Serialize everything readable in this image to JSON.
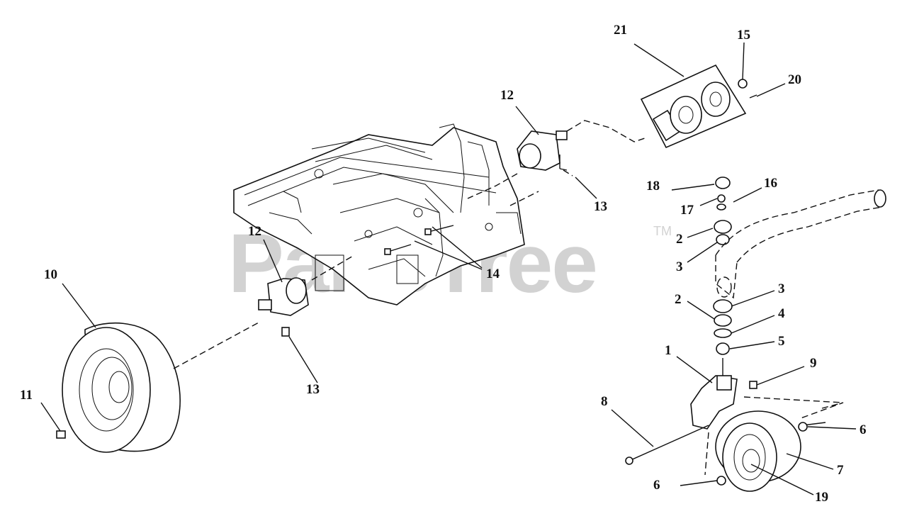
{
  "watermark": {
    "text": "PartsTree",
    "trademark": "TM"
  },
  "callouts": [
    {
      "id": "c-21",
      "label": "21"
    },
    {
      "id": "c-15",
      "label": "15"
    },
    {
      "id": "c-20",
      "label": "20"
    },
    {
      "id": "c-12-top",
      "label": "12"
    },
    {
      "id": "c-13-top",
      "label": "13"
    },
    {
      "id": "c-18",
      "label": "18"
    },
    {
      "id": "c-16",
      "label": "16"
    },
    {
      "id": "c-17",
      "label": "17"
    },
    {
      "id": "c-2-top",
      "label": "2"
    },
    {
      "id": "c-3-top",
      "label": "3"
    },
    {
      "id": "c-3-mid",
      "label": "3"
    },
    {
      "id": "c-2-mid",
      "label": "2"
    },
    {
      "id": "c-4",
      "label": "4"
    },
    {
      "id": "c-5",
      "label": "5"
    },
    {
      "id": "c-1",
      "label": "1"
    },
    {
      "id": "c-9",
      "label": "9"
    },
    {
      "id": "c-8",
      "label": "8"
    },
    {
      "id": "c-6-right",
      "label": "6"
    },
    {
      "id": "c-7",
      "label": "7"
    },
    {
      "id": "c-6-bottom",
      "label": "6"
    },
    {
      "id": "c-19",
      "label": "19"
    },
    {
      "id": "c-12-left",
      "label": "12"
    },
    {
      "id": "c-14",
      "label": "14"
    },
    {
      "id": "c-10",
      "label": "10"
    },
    {
      "id": "c-11",
      "label": "11"
    },
    {
      "id": "c-13-bottom",
      "label": "13"
    }
  ]
}
